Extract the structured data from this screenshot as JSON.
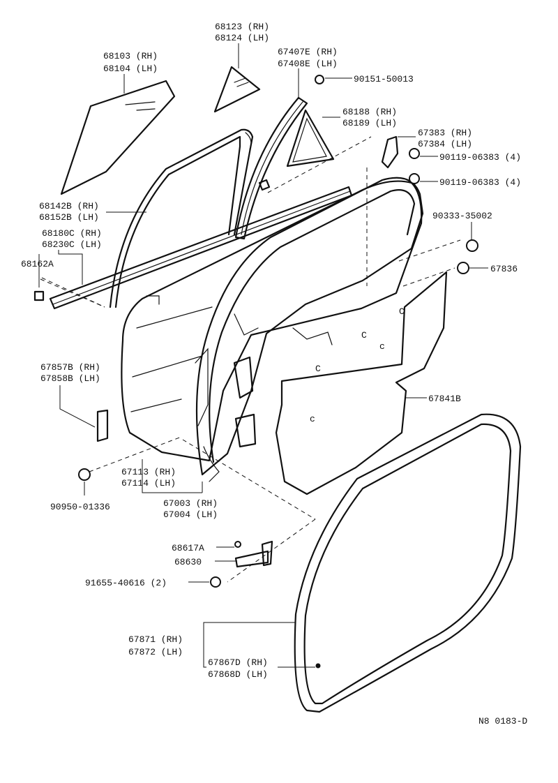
{
  "diagram": {
    "drawing_code": "N8 0183-D",
    "parts": [
      {
        "id": "window-glass",
        "line1": "68103 (RH)",
        "line2": "68104 (LH)"
      },
      {
        "id": "quarter-glass",
        "line1": "68123 (RH)",
        "line2": "68124 (LH)"
      },
      {
        "id": "division-bar",
        "line1": "67407E (RH)",
        "line2": "67408E (LH)"
      },
      {
        "id": "screw-top",
        "line1": "90151-50013"
      },
      {
        "id": "quarter-weatherstrip",
        "line1": "68188 (RH)",
        "line2": "68189 (LH)"
      },
      {
        "id": "bracket",
        "line1": "67383 (RH)",
        "line2": "67384 (LH)"
      },
      {
        "id": "bolt-upper",
        "line1": "90119-06383 (4)"
      },
      {
        "id": "bolt-lower",
        "line1": "90119-06383 (4)"
      },
      {
        "id": "run-channel",
        "line1": "68142B (RH)",
        "line2": "68152B (LH)"
      },
      {
        "id": "belt-moulding",
        "line1": "68180C (RH)",
        "line2": "68230C (LH)"
      },
      {
        "id": "clip",
        "line1": "68162A"
      },
      {
        "id": "plug-right",
        "line1": "90333-35002"
      },
      {
        "id": "grommet",
        "line1": "67836"
      },
      {
        "id": "service-hole-cover",
        "line1": "67841B"
      },
      {
        "id": "pad",
        "line1": "67857B (RH)",
        "line2": "67858B (LH)"
      },
      {
        "id": "plug-left",
        "line1": "90950-01336"
      },
      {
        "id": "door-panel",
        "line1": "67113 (RH)",
        "line2": "67114 (LH)"
      },
      {
        "id": "door-assy",
        "line1": "67003 (RH)",
        "line2": "67004 (LH)"
      },
      {
        "id": "check-pin",
        "line1": "68617A"
      },
      {
        "id": "check-assy",
        "line1": "68630"
      },
      {
        "id": "check-bolt",
        "line1": "91655-40616 (2)"
      },
      {
        "id": "weatherstrip",
        "line1": "67871 (RH)",
        "line2": "67872 (LH)"
      },
      {
        "id": "weatherstrip-clip",
        "line1": "67867D (RH)",
        "line2": "67868D (LH)"
      }
    ]
  }
}
